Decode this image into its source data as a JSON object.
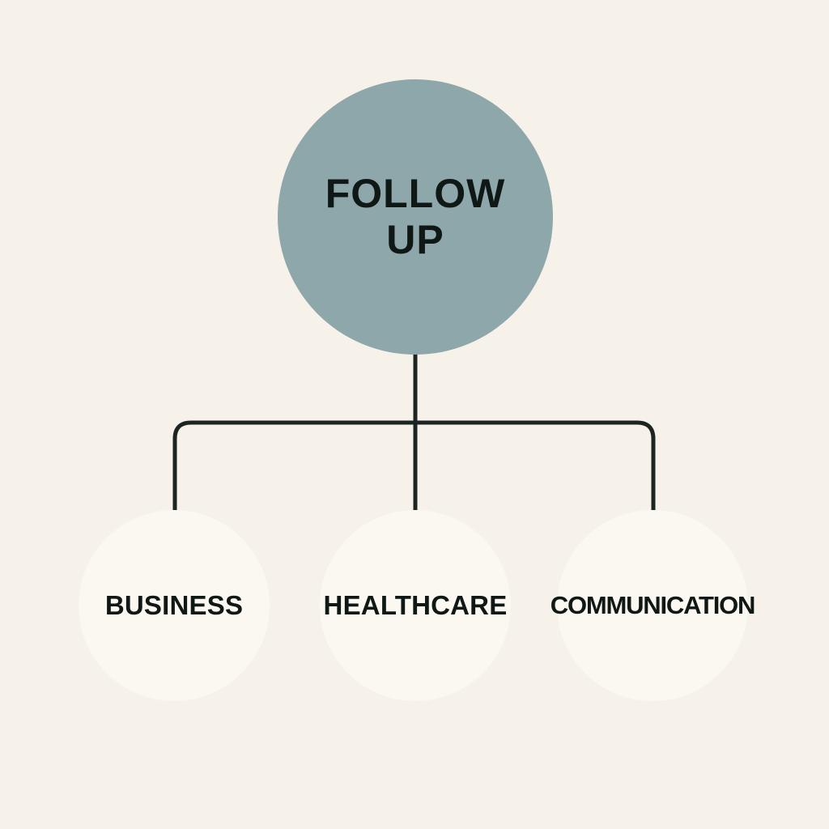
{
  "diagram": {
    "type": "hierarchy",
    "root": {
      "label": "FOLLOW UP"
    },
    "children": [
      {
        "label": "BUSINESS"
      },
      {
        "label": "HEALTHCARE"
      },
      {
        "label": "COMMUNICATION"
      }
    ],
    "colors": {
      "background": "#f6f1e9",
      "root_circle": "#8ea7ab",
      "child_circle": "#fbf8f2",
      "connector": "#1d2523",
      "text": "#101816"
    }
  }
}
